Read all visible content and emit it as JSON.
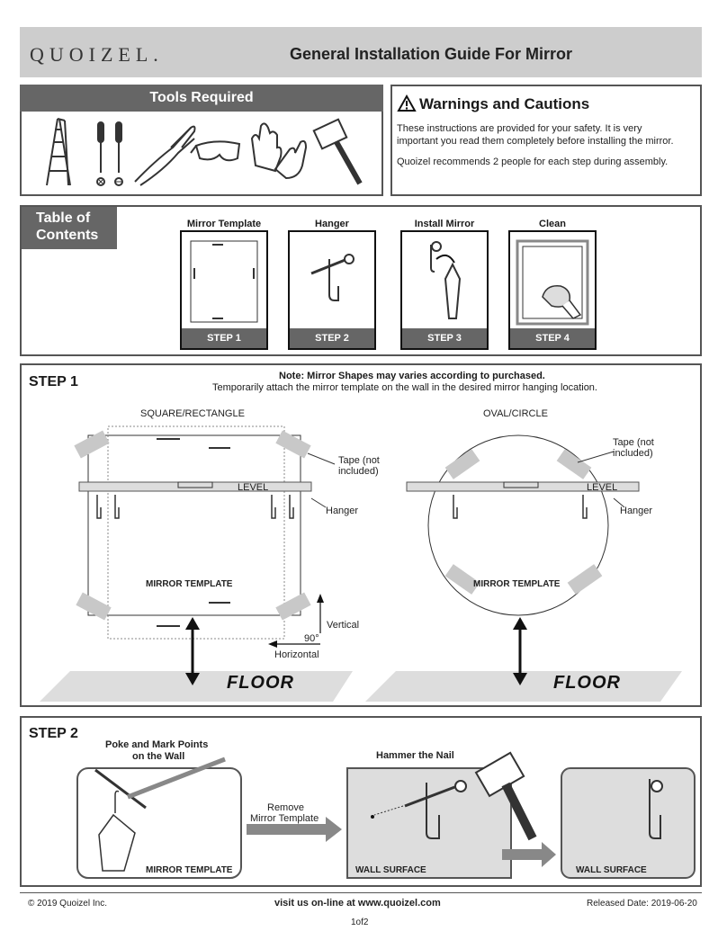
{
  "header": {
    "brand": "QUOIZEL.",
    "title": "General Installation Guide For Mirror"
  },
  "tools": {
    "title": "Tools Required"
  },
  "warnings": {
    "title": "Warnings and Cautions",
    "line1": "These instructions are provided for your safety. It is very",
    "line2": "important you read them completely before installing the mirror.",
    "line3": "Quoizel recommends 2 people for each step during assembly."
  },
  "toc": {
    "title_line1": "Table of",
    "title_line2": "Contents",
    "cards": [
      {
        "label": "Mirror Template",
        "step": "STEP 1"
      },
      {
        "label": "Hanger",
        "step": "STEP 2"
      },
      {
        "label": "Install Mirror",
        "step": "STEP 3"
      },
      {
        "label": "Clean",
        "step": "STEP 4"
      }
    ]
  },
  "step1": {
    "heading": "STEP 1",
    "note_bold": "Note: Mirror Shapes may varies according to purchased.",
    "note": "Temporarily attach the mirror template on the wall in the desired mirror hanging location.",
    "left": {
      "shape": "SQUARE/RECTANGLE",
      "tape_line1": "Tape (not",
      "tape_line2": "included)",
      "level": "LEVEL",
      "hanger": "Hanger",
      "template": "MIRROR TEMPLATE",
      "vertical": "Vertical",
      "angle": "90°",
      "horizontal": "Horizontal",
      "floor": "FLOOR"
    },
    "right": {
      "shape": "OVAL/CIRCLE",
      "tape_line1": "Tape (not",
      "tape_line2": "included)",
      "level": "LEVEL",
      "hanger": "Hanger",
      "template": "MIRROR TEMPLATE",
      "floor": "FLOOR"
    }
  },
  "step2": {
    "heading": "STEP 2",
    "poke_line1": "Poke and Mark Points",
    "poke_line2": "on the Wall",
    "panel1": "MIRROR TEMPLATE",
    "remove_line1": "Remove",
    "remove_line2": "Mirror Template",
    "hammer": "Hammer the Nail",
    "panel2": "WALL SURFACE",
    "panel3": "WALL SURFACE"
  },
  "footer": {
    "copyright": "2019 Quoizel Inc.",
    "copyright_symbol": "©",
    "website": "visit us on-line at www.quoizel.com",
    "released": "Released Date: 2019-06-20",
    "page": "1of2"
  },
  "colors": {
    "bar": "#666666",
    "header": "#cdcdcd",
    "tape": "#c8c8c8",
    "floor": "#dddddd"
  }
}
